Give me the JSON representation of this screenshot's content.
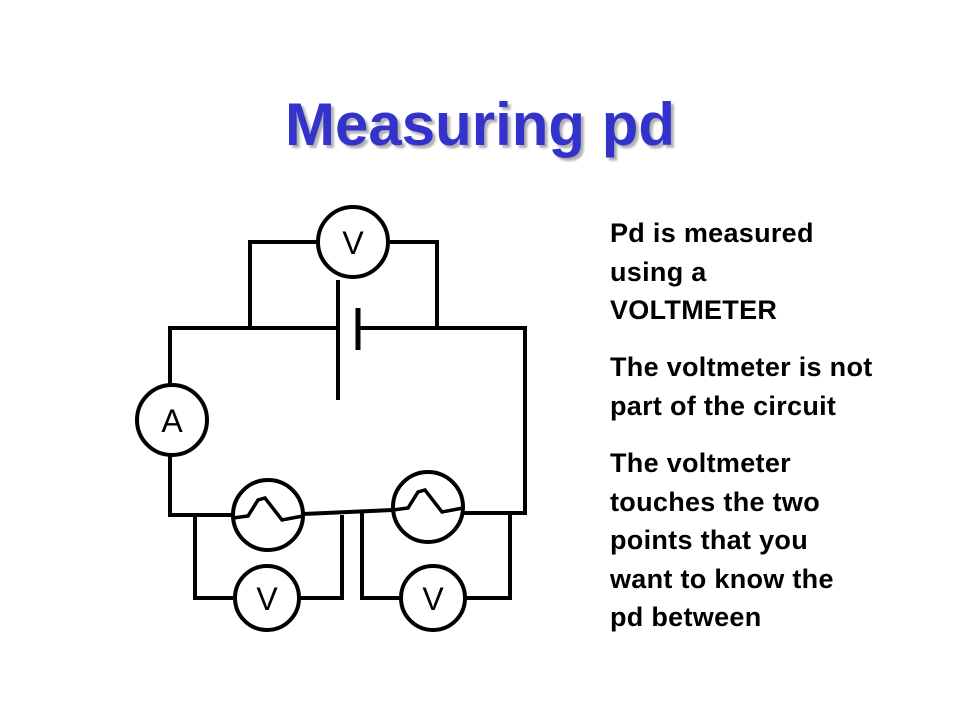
{
  "title": "Measuring pd",
  "circuit": {
    "top_meter": "V",
    "ammeter": "A",
    "lamp_meter_left": "V",
    "lamp_meter_right": "V"
  },
  "paragraphs": [
    [
      "Pd is measured",
      "using a",
      "VOLTMETER"
    ],
    [
      "The voltmeter is not",
      "part of the circuit"
    ],
    [
      "The voltmeter",
      "touches the two",
      "points that you",
      "want to know the",
      "pd between"
    ]
  ]
}
